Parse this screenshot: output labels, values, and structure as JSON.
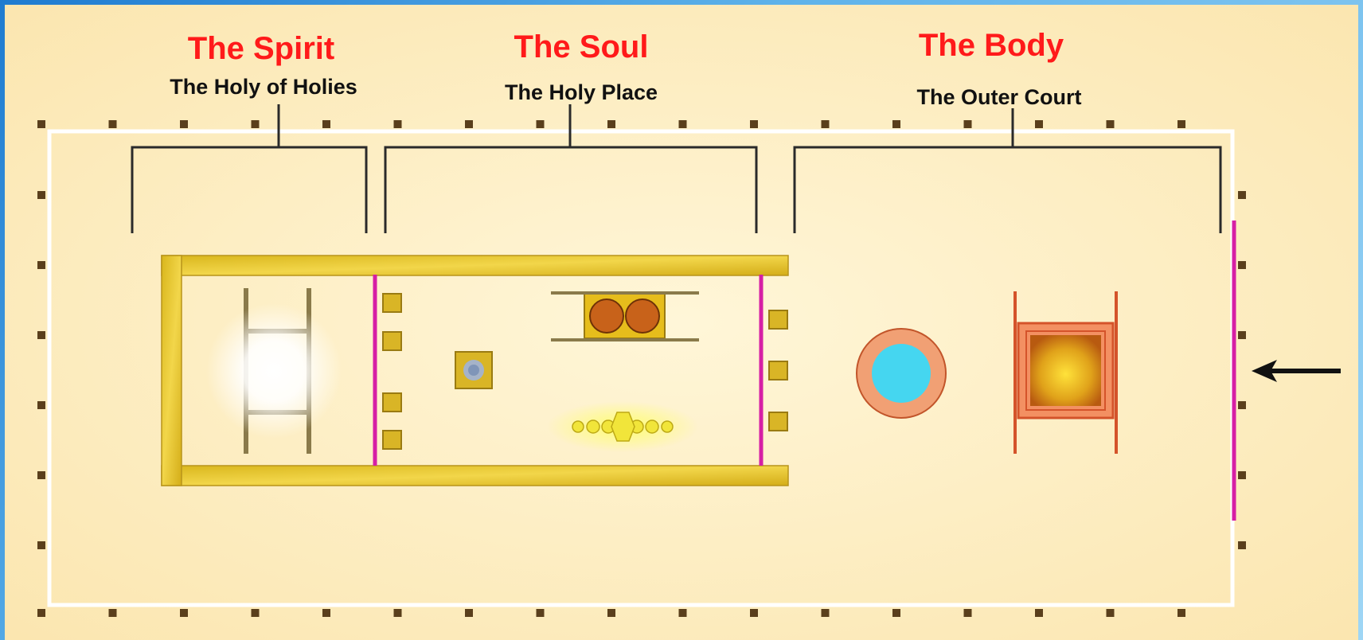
{
  "sections": [
    {
      "id": "spirit",
      "title": "The Spirit",
      "subtitle": "The Holy of Holies"
    },
    {
      "id": "soul",
      "title": "The Soul",
      "subtitle": "The Holy Place"
    },
    {
      "id": "body",
      "title": "The Body",
      "subtitle": "The Outer Court"
    }
  ],
  "colors": {
    "title_red": "#ff1a1a",
    "background": "#fdefc6",
    "gold": "#e3c225",
    "veil": "#d61fa5",
    "laver_water": "#45d6f0",
    "bronze": "#e8613a"
  },
  "icons": [
    "ark-of-covenant-icon",
    "showbread-table-icon",
    "incense-altar-icon",
    "lampstand-icon",
    "laver-icon",
    "brazen-altar-icon",
    "entrance-arrow-icon"
  ]
}
